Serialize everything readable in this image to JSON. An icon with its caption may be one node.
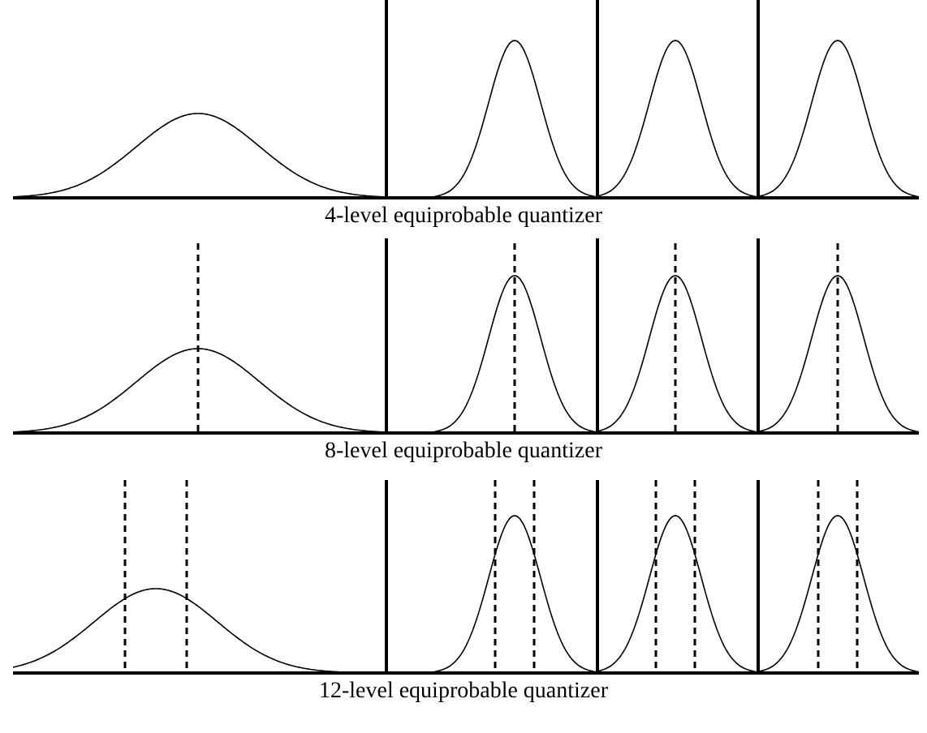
{
  "diagram": {
    "labels": [
      "4-level equiprobable quantizer",
      "8-level equiprobable quantizer",
      "12-level equiprobable quantizer"
    ]
  }
}
